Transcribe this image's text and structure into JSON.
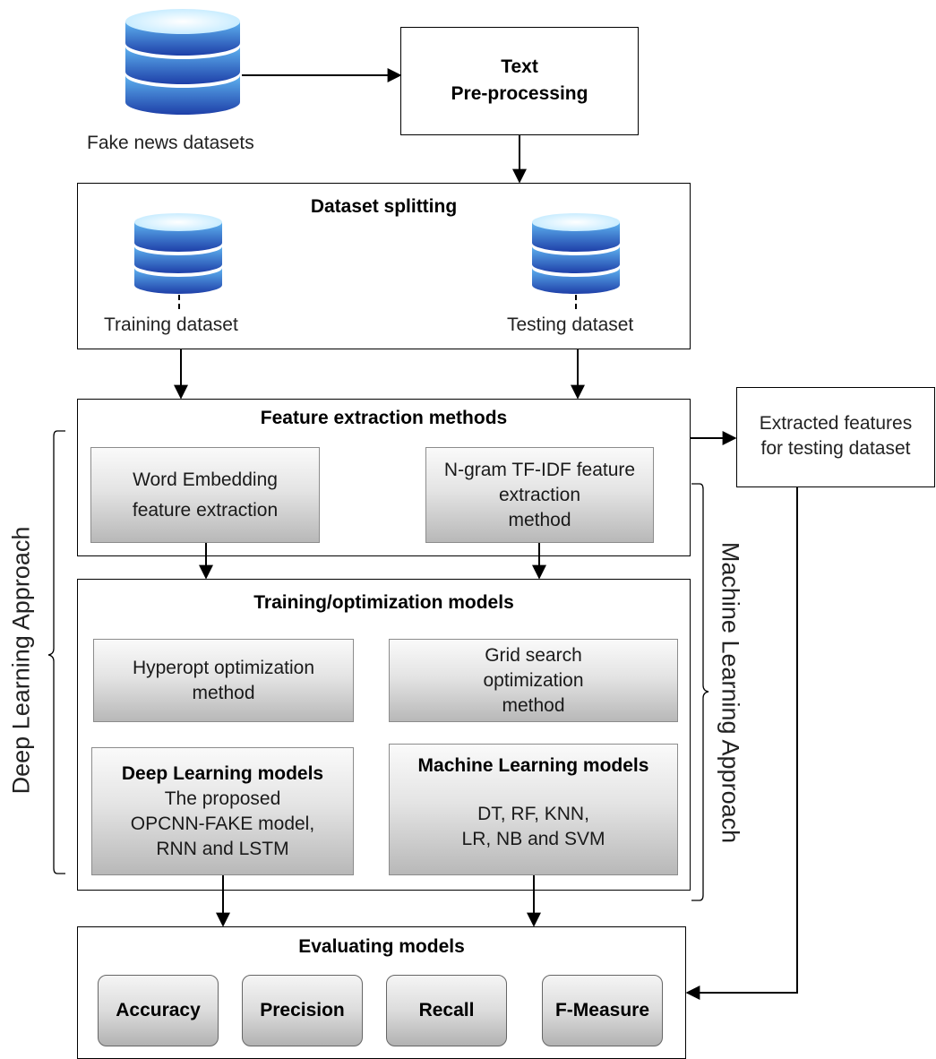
{
  "source": {
    "label": "Fake news datasets"
  },
  "preprocess": {
    "line1": "Text",
    "line2": "Pre-processing"
  },
  "splitting": {
    "title": "Dataset splitting",
    "training_label": "Training dataset",
    "testing_label": "Testing dataset"
  },
  "features": {
    "title": "Feature extraction methods",
    "word_embedding": {
      "line1": "Word Embedding",
      "line2": "feature extraction"
    },
    "ngram": {
      "line1": "N-gram TF-IDF feature",
      "line2": "extraction",
      "line3": "method"
    }
  },
  "extracted": {
    "line1": "Extracted features",
    "line2": "for testing dataset"
  },
  "training": {
    "title": "Training/optimization models",
    "hyperopt": {
      "line1": "Hyperopt optimization",
      "line2": "method"
    },
    "grid": {
      "line1": "Grid search",
      "line2": "optimization",
      "line3": "method"
    },
    "dl_models": {
      "heading": "Deep Learning models",
      "line1": "The proposed",
      "line2": "OPCNN-FAKE model,",
      "line3": "RNN and LSTM"
    },
    "ml_models": {
      "heading": "Machine Learning models",
      "line1": "DT, RF, KNN,",
      "line2": "LR, NB and SVM"
    }
  },
  "side_labels": {
    "left": "Deep Learning Approach",
    "right": "Machine Learning Approach"
  },
  "evaluation": {
    "title": "Evaluating models",
    "metrics": [
      "Accuracy",
      "Precision",
      "Recall",
      "F-Measure"
    ]
  },
  "colors": {
    "db_light": "#dff6ff",
    "db_mid": "#4aa3e8",
    "db_dark": "#1e3fa8",
    "line": "#000000"
  }
}
